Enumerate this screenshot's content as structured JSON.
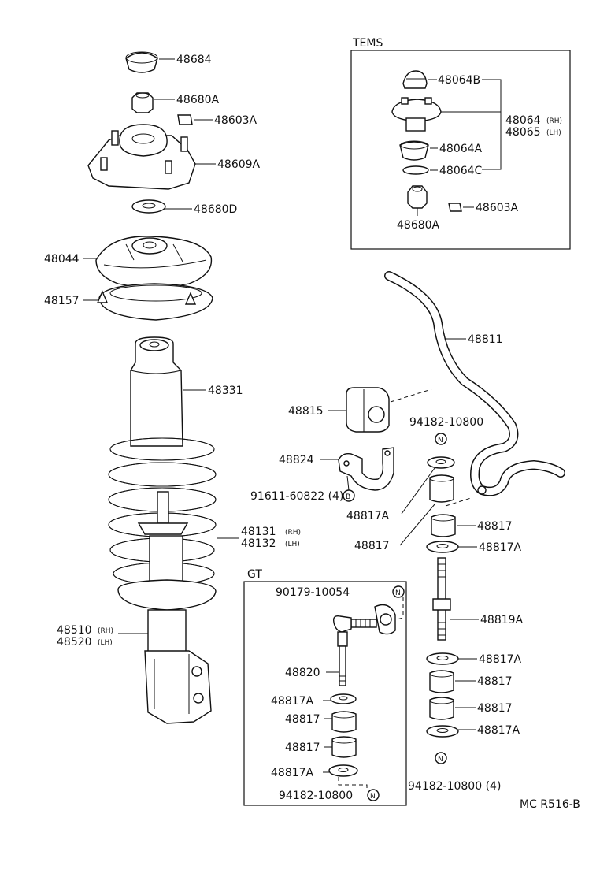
{
  "boxes": {
    "tems": "TEMS",
    "gt": "GT"
  },
  "labels": {
    "p48684": "48684",
    "p48680A_top": "48680A",
    "p48603A_top": "48603A",
    "p48609A": "48609A",
    "p48680D": "48680D",
    "p48044": "48044",
    "p48157": "48157",
    "p48331": "48331",
    "p48131": "48131",
    "p48132": "48132",
    "p48510": "48510",
    "p48520": "48520",
    "p48064B": "48064B",
    "p48064": "48064",
    "p48065": "48065",
    "p48064A": "48064A",
    "p48064C": "48064C",
    "p48680A_tems": "48680A",
    "p48603A_tems": "48603A",
    "p48811": "48811",
    "p48815": "48815",
    "p94182_top": "94182-10800",
    "p48824": "48824",
    "p91611": "91611-60822 (4)",
    "p48817A_a": "48817A",
    "p48817_a": "48817",
    "p48817_r1": "48817",
    "p48817A_r1": "48817A",
    "p48819A": "48819A",
    "p48817A_r2": "48817A",
    "p48817_r2": "48817",
    "p48817_r3": "48817",
    "p48817A_r3": "48817A",
    "p94182_bottom": "94182-10800 (4)",
    "p90179": "90179-10054",
    "p48820": "48820",
    "p48817A_g1": "48817A",
    "p48817_g1": "48817",
    "p48817_g2": "48817",
    "p48817A_g2": "48817A",
    "p94182_gt": "94182-10800",
    "caption": "MC R516-B"
  },
  "side_marks": {
    "rh": "(RH)",
    "lh": "(LH)"
  },
  "circle_marks": {
    "n": "N",
    "b": "B"
  }
}
